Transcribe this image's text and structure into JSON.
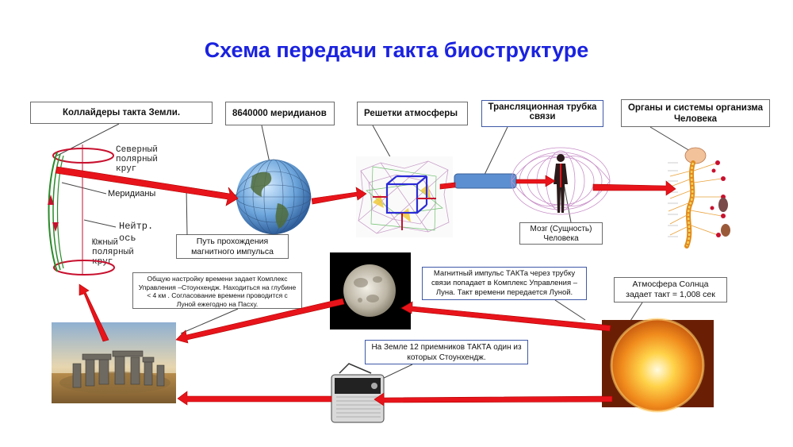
{
  "title": "Схема передачи такта биоструктуре",
  "callouts": {
    "colliders": "Коллайдеры такта Земли.",
    "meridians_count": "8640000 меридианов",
    "atmosphere_grids": "Решетки атмосферы",
    "translation_tube": "Трансляционная трубка связи",
    "organs": "Органы и системы организма Человека",
    "magnetic_path": "Путь прохождения магнитного импульса",
    "brain": "Мозг (Сущность) Человека",
    "stonehenge": "Общую настройку времени задает Комплекс Управления –Стоунхендж. Находиться на глубине < 4 км . Согласование времени проводится  с Луной ежегодно на Пасху.",
    "moon_impulse": "Магнитный импульс ТАКТа через  трубку связи попадает в Комплекс Управления – Луна. Такт времени передается Луной.",
    "sun": "Атмосфера Солнца задает такт = 1,008 сек",
    "receivers": "На Земле 12 приемников ТАКТА один из которых Стоунхендж."
  },
  "earth_labels": {
    "north": "Северный полярный круг",
    "meridians": "Меридианы",
    "neutral": "Нейтр. ось",
    "south": "Южный полярный круг"
  },
  "colors": {
    "title": "#1a22e0",
    "arrow": "#e8141b",
    "tube": "#5b8fd1",
    "ring": "#c8102e",
    "meridian": "#2a8a2a"
  },
  "icons": [
    "globe-icon",
    "atmosphere-grid-icon",
    "torus-human-icon",
    "nervous-system-icon",
    "moon-icon",
    "sun-icon",
    "stonehenge-icon",
    "radio-icon"
  ]
}
